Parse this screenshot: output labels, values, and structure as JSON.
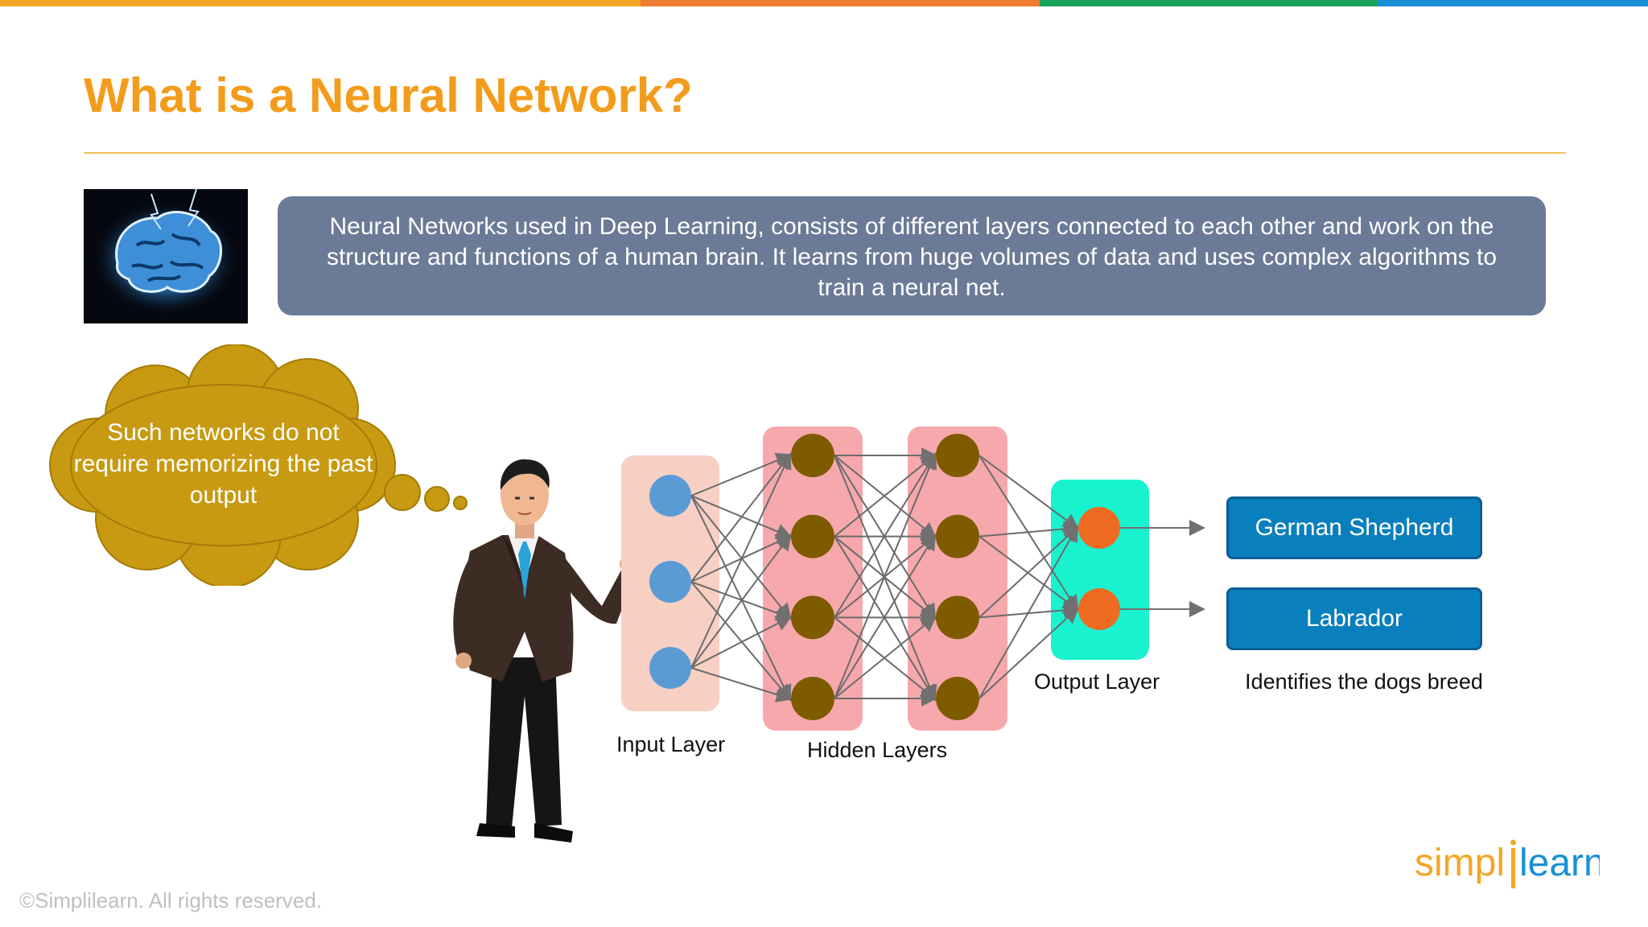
{
  "slide": {
    "title": "What is a Neural Network?",
    "description": "Neural Networks used in Deep Learning, consists of different layers connected to each other and work on the structure and functions of a human brain. It learns from huge volumes of data and uses complex algorithms to train a neural net.",
    "thought": "Such networks do not require memorizing the past output",
    "copyright": "©Simplilearn. All rights reserved.",
    "logo": "simplilearn"
  },
  "accent_colors": {
    "orange": "#f39c1b",
    "deep_orange": "#ee7d31",
    "green": "#19a35a",
    "blue": "#1a8fd6",
    "description_box": "#6b7a96",
    "thought_cloud": "#c89a11",
    "input_nodes": "#5b9bd5",
    "hidden_nodes": "#7f5b00",
    "output_nodes": "#ef6b21",
    "output_boxes": "#0a7fbd"
  },
  "network": {
    "layers": [
      {
        "label": "Input Layer",
        "nodes": 3
      },
      {
        "label": "Hidden Layers",
        "nodes": 4
      },
      {
        "label": "Hidden Layers",
        "nodes": 4
      },
      {
        "label": "Output Layer",
        "nodes": 2
      }
    ],
    "labels": {
      "input": "Input Layer",
      "hidden": "Hidden Layers",
      "output": "Output Layer"
    }
  },
  "outputs": [
    "German Shepherd",
    "Labrador"
  ],
  "caption": "Identifies the dogs breed",
  "icons": [
    "brain-image",
    "thought-cloud",
    "presenter-figure",
    "arrow-icon"
  ]
}
